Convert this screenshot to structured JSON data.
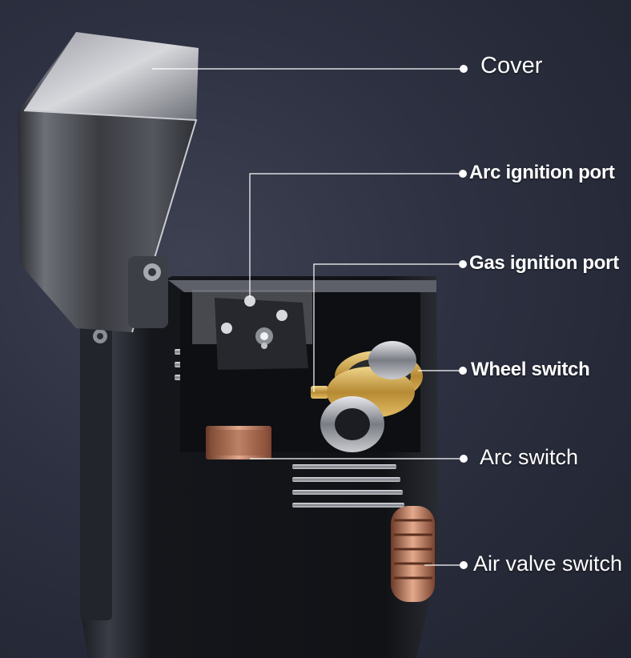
{
  "colors": {
    "text": "#ffffff",
    "leader": "#ffffff",
    "background": "#2c3040",
    "brass": "#c9a14a",
    "copper": "#b8735a",
    "body_dark": "#121419"
  },
  "callouts": [
    {
      "id": "cover",
      "label": "Cover"
    },
    {
      "id": "arc-ignition-port",
      "label": "Arc ignition port"
    },
    {
      "id": "gas-ignition-port",
      "label": "Gas ignition port"
    },
    {
      "id": "wheel-switch",
      "label": "Wheel switch"
    },
    {
      "id": "arc-switch",
      "label": "Arc switch"
    },
    {
      "id": "air-valve-switch",
      "label": "Air valve switch"
    }
  ]
}
